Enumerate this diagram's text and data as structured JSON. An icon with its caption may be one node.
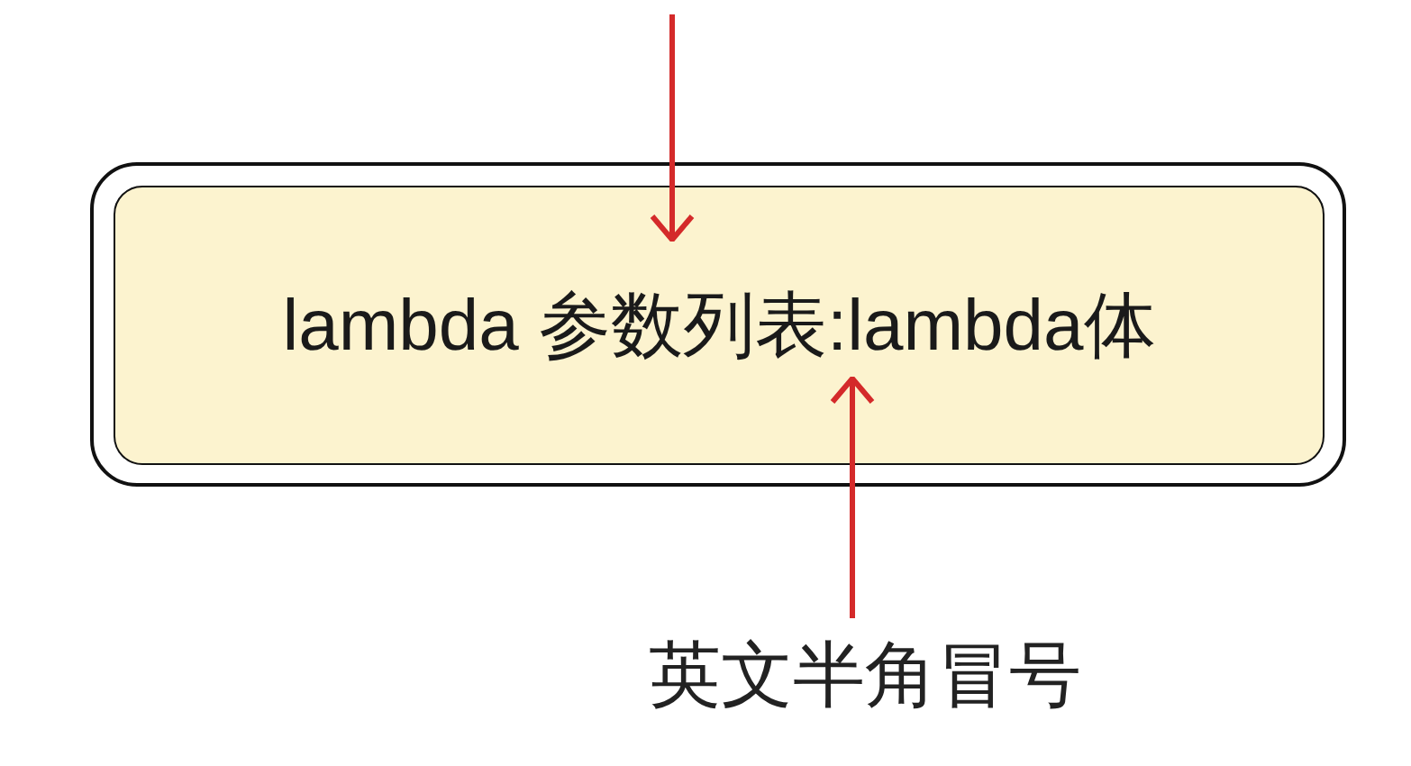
{
  "diagram": {
    "nodes": [
      {
        "text": [],
        "shape": "box"
      },
      {
        "text": [
          "lambda 参数列表:lambda体"
        ],
        "in": 0
      },
      {
        "text": [
          "英文半角冒号"
        ]
      }
    ],
    "edges": [
      {
        "from": null,
        "to": 1,
        "arrow": "to",
        "color": "#d42a2a"
      },
      {
        "from": 2,
        "to": 1,
        "arrow": "to",
        "color": "#d42a2a"
      }
    ]
  }
}
